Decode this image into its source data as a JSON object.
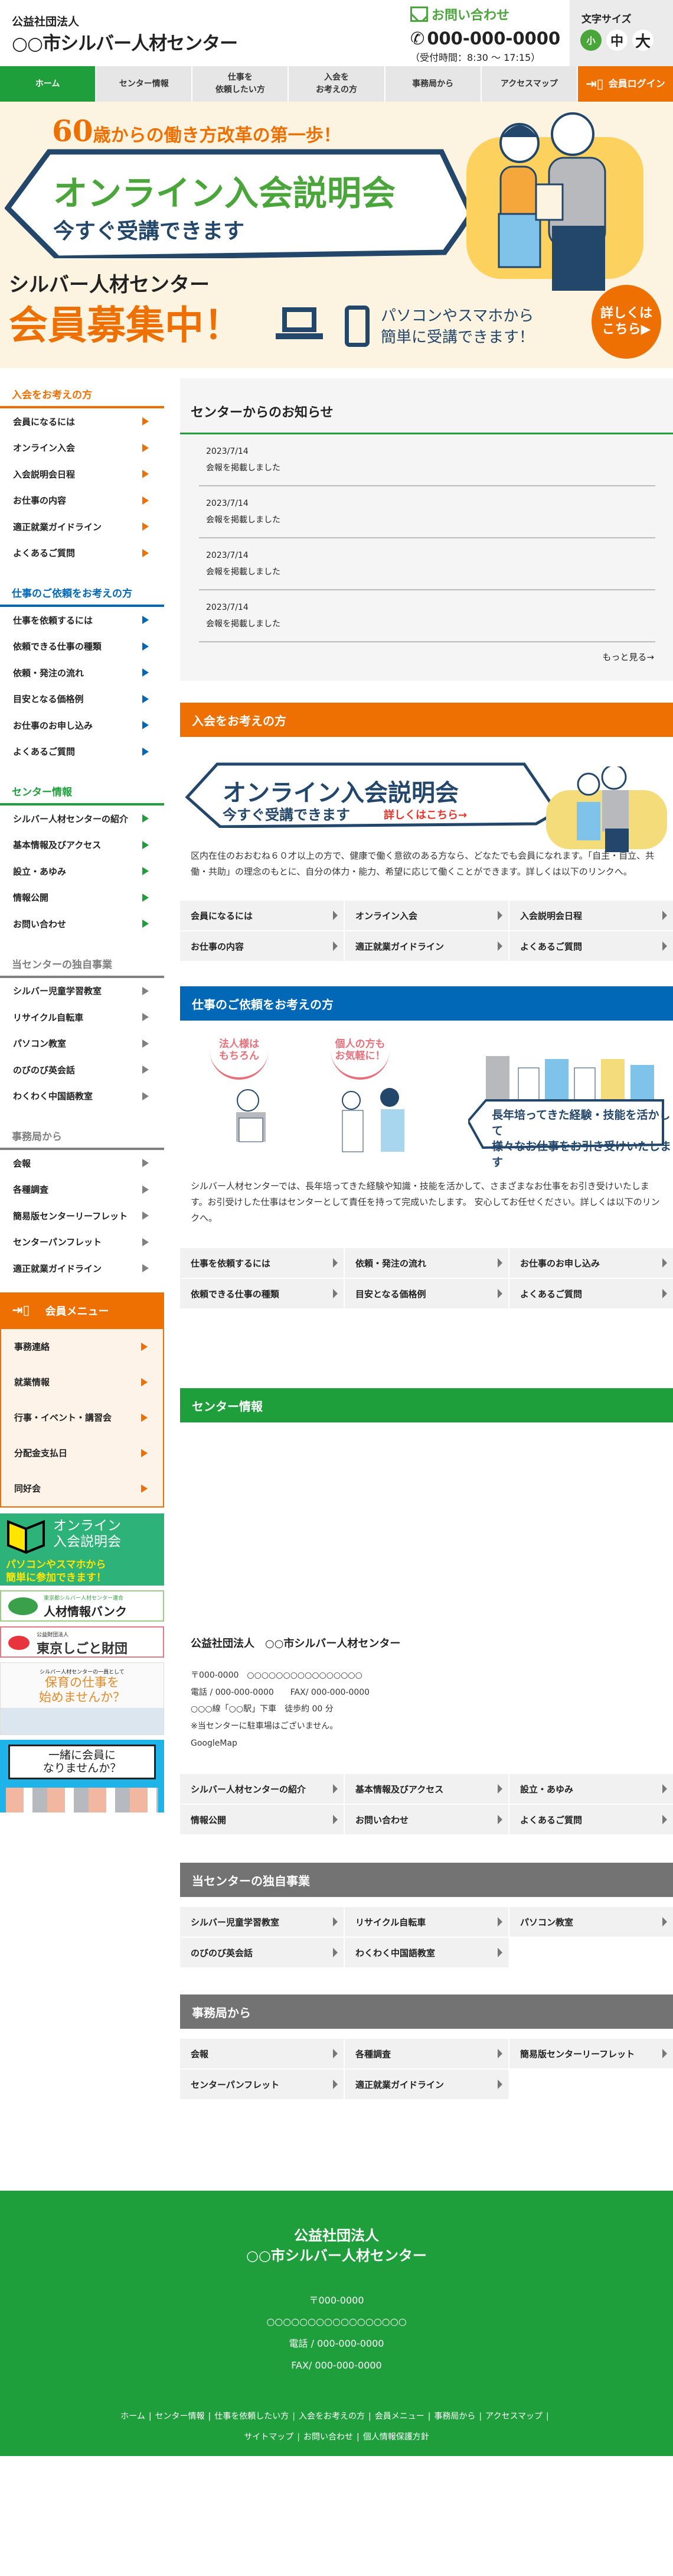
{
  "header": {
    "org_type": "公益社団法人",
    "org_name": "○○市シルバー人材センター",
    "contact_label": "お問い合わせ",
    "phone": "000-000-0000",
    "hours": "（受付時間：8:30 ～ 17:15）",
    "font_size_label": "文字サイズ",
    "font_sizes": [
      "小",
      "中",
      "大"
    ]
  },
  "nav": {
    "items": [
      "ホーム",
      "センター情報",
      "仕事を\n依頼したい方",
      "入会を\nお考えの方",
      "事務局から",
      "アクセスマップ"
    ],
    "login": "会員ログイン"
  },
  "hero": {
    "tagline_num": "60",
    "tagline": "歳からの働き方改革の第一歩！",
    "bubble_title": "オンライン入会説明会",
    "bubble_sub": "今すぐ受講できます",
    "center": "シルバー人材センター",
    "recruit": "会員募集中！",
    "devices": "パソコンやスマホから\n簡単に受講できます！",
    "cta": "詳しくは\nこちら▶"
  },
  "sidebar": {
    "sections": [
      {
        "title": "入会をお考えの方",
        "color": "#ee7003",
        "items": [
          "会員になるには",
          "オンライン入会",
          "入会説明会日程",
          "お仕事の内容",
          "適正就業ガイドライン",
          "よくあるご質問"
        ]
      },
      {
        "title": "仕事のご依頼をお考えの方",
        "color": "#0068b7",
        "items": [
          "仕事を依頼するには",
          "依頼できる仕事の種類",
          "依頼・発注の流れ",
          "目安となる価格例",
          "お仕事のお申し込み",
          "よくあるご質問"
        ]
      },
      {
        "title": "センター情報",
        "color": "#1e9f3c",
        "items": [
          "シルバー人材センターの紹介",
          "基本情報及びアクセス",
          "設立・あゆみ",
          "情報公開",
          "お問い合わせ"
        ]
      },
      {
        "title": "当センターの独自事業",
        "color": "#808080",
        "items": [
          "シルバー児童学習教室",
          "リサイクル自転車",
          "パソコン教室",
          "のびのび英会話",
          "わくわく中国語教室"
        ]
      },
      {
        "title": "事務局から",
        "color": "#808080",
        "items": [
          "会報",
          "各種調査",
          "簡易版センターリーフレット",
          "センターパンフレット",
          "適正就業ガイドライン"
        ]
      }
    ],
    "member": {
      "title": "会員メニュー",
      "items": [
        "事務連絡",
        "就業情報",
        "行事・イベント・講習会",
        "分配金支払日",
        "同好会"
      ]
    },
    "banners": {
      "online": {
        "title": "オンライン\n入会説明会",
        "sub": "パソコンやスマホから\n簡単に参加できます！"
      },
      "jinzai": {
        "sub": "東京都シルバー人材センター連合",
        "title": "人材情報バンク"
      },
      "shigoto": {
        "sub": "公益財団法人",
        "title": "東京しごと財団"
      },
      "hoiku": {
        "sub": "シルバー人材センターの一員として",
        "title": "保育の仕事を\n始めませんか？"
      },
      "join": {
        "title": "一緒に会員に\nなりませんか？"
      }
    }
  },
  "news": {
    "title": "センターからのお知らせ",
    "items": [
      {
        "date": "2023/7/14",
        "text": "会報を掲載しました"
      },
      {
        "date": "2023/7/14",
        "text": "会報を掲載しました"
      },
      {
        "date": "2023/7/14",
        "text": "会報を掲載しました"
      },
      {
        "date": "2023/7/14",
        "text": "会報を掲載しました"
      }
    ],
    "more": "もっと見る→"
  },
  "sections": {
    "join": {
      "title": "入会をお考えの方",
      "banner_title": "オンライン入会説明会",
      "banner_sub": "今すぐ受講できます",
      "banner_link": "詳しくはこちら→",
      "text": "区内在住のおおむね６０才以上の方で、健康で働く意欲のある方なら、どなたでも会員になれます。「自主・自立、共働・共助」の理念のもとに、自分の体力・能力、希望に応じて働くことができます。詳しくは以下のリンクへ。",
      "links": [
        "会員になるには",
        "オンライン入会",
        "入会説明会日程",
        "お仕事の内容",
        "適正就業ガイドライン",
        "よくあるご質問"
      ]
    },
    "work": {
      "title": "仕事のご依頼をお考えの方",
      "bubble1": "法人様は\nもちろん",
      "bubble2": "個人の方も\nお気軽に！",
      "banner": "長年培ってきた経験・技能を活かして\n様々なお仕事をお引き受けいたします",
      "text": "シルバー人材センターでは、長年培ってきた経験や知識・技能を活かして、さまざまなお仕事をお引き受けいたします。お引受けした仕事はセンターとして責任を持って完成いたします。 安心してお任せください。詳しくは以下のリンクへ。",
      "links": [
        "仕事を依頼するには",
        "依頼・発注の流れ",
        "お仕事のお申し込み",
        "依頼できる仕事の種類",
        "目安となる価格例",
        "よくあるご質問"
      ]
    },
    "center": {
      "title": "センター情報",
      "name": "公益社団法人　○○市シルバー人材センター",
      "address": "〒000-0000　○○○○○○○○○○○○○○○○",
      "tel": "電話 / 000-000-0000　　FAX/ 000-000-0000",
      "access": "○○○線「○○駅」下車　徒歩約 00 分",
      "parking": "※当センターに駐車場はございません。",
      "map": "GoogleMap",
      "links": [
        "シルバー人材センターの紹介",
        "基本情報及びアクセス",
        "設立・あゆみ",
        "情報公開",
        "お問い合わせ",
        "よくあるご質問"
      ]
    },
    "original": {
      "title": "当センターの独自事業",
      "links": [
        "シルバー児童学習教室",
        "リサイクル自転車",
        "パソコン教室",
        "のびのび英会話",
        "わくわく中国語教室"
      ]
    },
    "office": {
      "title": "事務局から",
      "links": [
        "会報",
        "各種調査",
        "簡易版センターリーフレット",
        "センターパンフレット",
        "適正就業ガイドライン"
      ]
    }
  },
  "footer": {
    "org_type": "公益社団法人",
    "org_name": "○○市シルバー人材センター",
    "postal": "〒000-0000",
    "address": "○○○○○○○○○○○○○○○○○",
    "tel": "電話 / 000-000-0000",
    "fax": "FAX/ 000-000-0000",
    "links1": [
      "ホーム",
      "センター情報",
      "仕事を依頼したい方",
      "入会をお考えの方",
      "会員メニュー",
      "事務局から",
      "アクセスマップ"
    ],
    "links2": [
      "サイトマップ",
      "お問い合わせ",
      "個人情報保護方針"
    ]
  },
  "colors": {
    "green": "#1e9f3c",
    "orange": "#ee7003",
    "blue": "#0068b7",
    "gray": "#737373",
    "navy": "#23466b"
  }
}
